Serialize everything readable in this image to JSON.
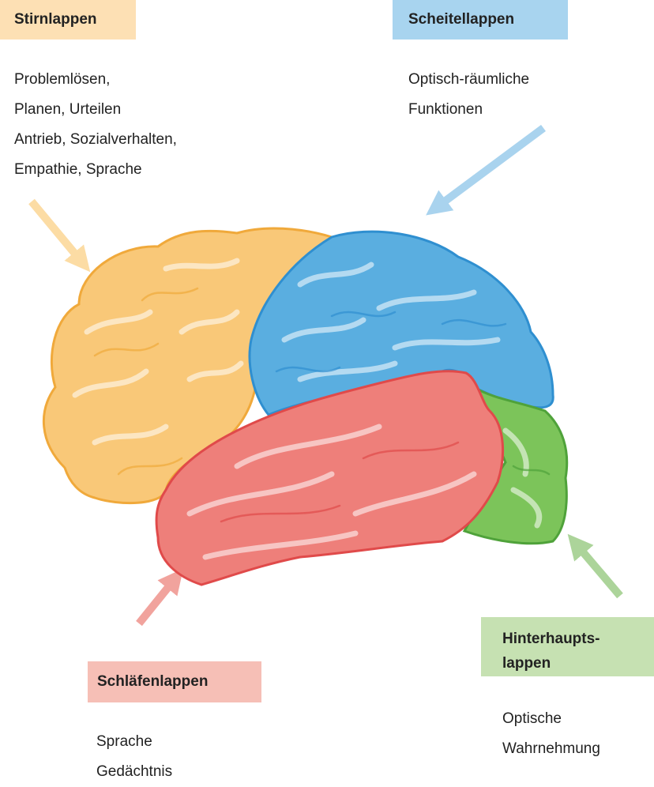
{
  "lobes": {
    "frontal": {
      "label": "Stirnlappen",
      "lines": [
        "Problemlösen,",
        "Planen, Urteilen",
        "Antrieb, Sozialverhalten,",
        "Empathie, Sprache"
      ],
      "color": "#f9c878"
    },
    "parietal": {
      "label": "Scheitellappen",
      "lines": [
        "Optisch-räumliche",
        "Funktionen"
      ],
      "color": "#5aaee0"
    },
    "temporal": {
      "label": "Schläfenlappen",
      "lines": [
        "Sprache",
        "Gedächtnis"
      ],
      "color": "#ee7f7a"
    },
    "occipital": {
      "label_line1": "Hinterhaupts-",
      "label_line2": "lappen",
      "lines": [
        "Optische",
        "Wahrnehmung"
      ],
      "color": "#7cc45a"
    }
  },
  "icons": {
    "brain": "brain-illustration-icon",
    "arrow": "arrow-icon"
  }
}
